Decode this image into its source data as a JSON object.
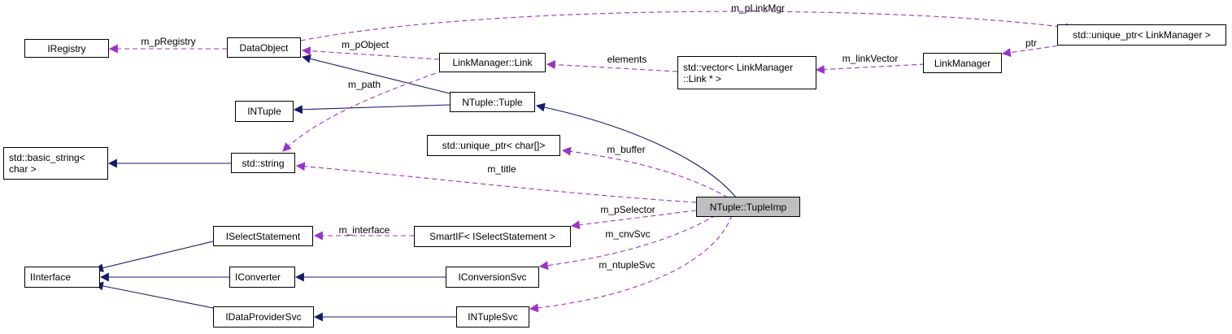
{
  "nodes": {
    "iregistry": "IRegistry",
    "dataobject": "DataObject",
    "link": "LinkManager::Link",
    "vector_line1": "std::vector< LinkManager",
    "vector_line2": "::Link * >",
    "linkmanager": "LinkManager",
    "unique_linkmanager": "std::unique_ptr< LinkManager >",
    "intuple": "INTuple",
    "tuple": "NTuple::Tuple",
    "unique_char": "std::unique_ptr< char[]>",
    "basic_string_line1": "std::basic_string<",
    "basic_string_line2": "char >",
    "string": "std::string",
    "tupleimp": "NTuple::TupleImp",
    "iselectstatement": "ISelectStatement",
    "smartif": "SmartIF< ISelectStatement >",
    "iinterface": "IInterface",
    "iconverter": "IConverter",
    "iconversionsvc": "IConversionSvc",
    "idataprovidersvc": "IDataProviderSvc",
    "intuplesvc": "INTupleSvc"
  },
  "edge_labels": {
    "m_pLinkMgr": "m_pLinkMgr",
    "m_pRegistry": "m_pRegistry",
    "m_pObject": "m_pObject",
    "elements": "elements",
    "m_linkVector": "m_linkVector",
    "ptr": "ptr",
    "m_path": "m_path",
    "m_buffer": "m_buffer",
    "m_title": "m_title",
    "m_pSelector": "m_pSelector",
    "m_interface": "m_interface",
    "m_cnvSvc": "m_cnvSvc",
    "m_ntupleSvc": "m_ntupleSvc"
  },
  "colors": {
    "inheritance": "#191970",
    "usage": "#9a32cd",
    "focus_fill": "#bfbfbf"
  }
}
